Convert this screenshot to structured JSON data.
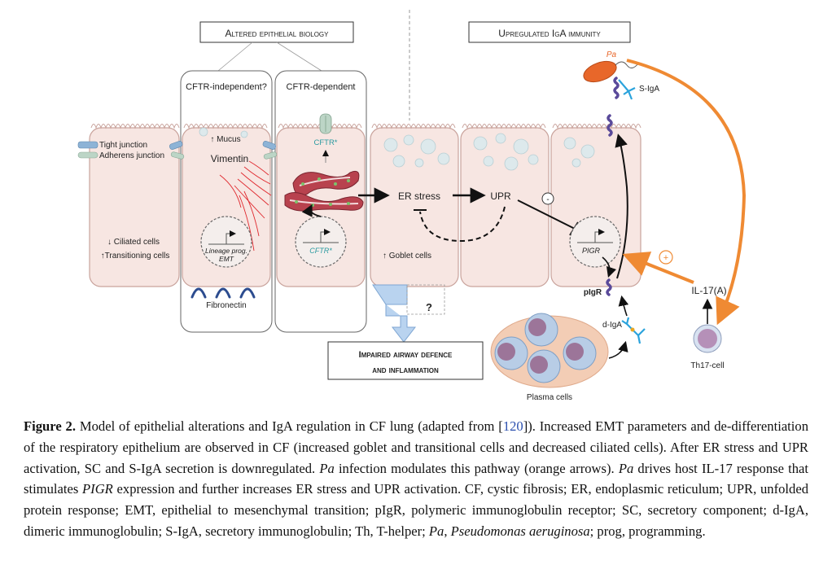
{
  "figure": {
    "headers": {
      "altered": "Altered epithelial biology",
      "upregulated": "Upregulated IgA immunity"
    },
    "panels": {
      "independent": "CFTR-independent?",
      "dependent": "CFTR-dependent"
    },
    "legend": {
      "tight_junction": "Tight junction",
      "adherens_junction": "Adherens junction",
      "ciliated": "↓ Ciliated cells",
      "transitioning": "↑Transitioning cells"
    },
    "labels": {
      "mucus": "↑ Mucus",
      "vimentin": "Vimentin",
      "cftr_star_top": "CFTR*",
      "cftr_star_nucleus": "CFTR*",
      "lineage_prog": "Lineage prog.",
      "emt": "EMT",
      "fibronectin": "Fibronectin",
      "er_stress": "ER stress",
      "upr": "UPR",
      "goblet": "↑ Goblet cells",
      "pigr_gene": "PIGR",
      "pigr_protein": "pIgR",
      "pa": "Pa",
      "s_iga": "S-IgA",
      "d_iga": "d-IgA",
      "il17": "IL-17(A)",
      "th17": "Th17-cell",
      "plasma": "Plasma cells",
      "question": "?",
      "minus_sign": "-",
      "plus_sign": "+"
    },
    "outcome": {
      "line1": "Impaired airway defence",
      "line2": "and inflammation"
    },
    "colors": {
      "cell_fill": "#f7e6e2",
      "cell_stroke": "#c9a39c",
      "orange_arrow": "#ef8a33",
      "pa_bacterium": "#e8672a",
      "teal_text": "#2a9aa0",
      "blue_junction": "#8db3d6",
      "green_junction": "#bcd5c6",
      "plasma_bg": "#f3cdb5",
      "plasma_cell": "#b8cde6",
      "plasma_nucleus": "#9c7599",
      "th17_cell": "#b590b8",
      "outcome_arrow": "#b9d3ef",
      "pigr_purple": "#5a4a9a",
      "iga_cyan": "#2ba3dc"
    },
    "icons": [
      "tight-junction-icon",
      "adherens-junction-icon",
      "er-organelle-icon",
      "nucleus-icon",
      "pigr-icon",
      "iga-icon",
      "bacterium-icon",
      "plasma-cell-icon",
      "th17-cell-icon",
      "fibronectin-icon"
    ]
  },
  "caption": {
    "label": "Figure 2.",
    "seg1": " Model of epithelial alterations and IgA regulation in CF lung (adapted from [",
    "ref": "120",
    "seg2": "]). Increased EMT parameters and de-differentiation of the respiratory epithelium are observed in CF (increased goblet and transitional cells and decreased ciliated cells). After ER stress and UPR activation, SC and S-IgA secretion is downregulated. ",
    "pa1": "Pa",
    "seg3": " infection modulates this pathway (orange arrows). ",
    "pa2": "Pa",
    "seg4": " drives host IL-17 response that stimulates ",
    "pigr": "PIGR",
    "seg5": " expression and further increases ER stress and UPR activation. CF, cystic fibrosis; ER, endoplasmic reticulum; UPR, unfolded protein response; EMT, epithelial to mesenchymal transition; pIgR, polymeric immunoglobulin receptor; SC, secretory component; d-IgA, dimeric immunoglobulin; S-IgA, secretory immunoglobulin; Th, T-helper; ",
    "pa3": "Pa",
    "seg6": ", ",
    "pa_full": "Pseudomonas aeruginosa",
    "seg7": "; prog, programming."
  }
}
